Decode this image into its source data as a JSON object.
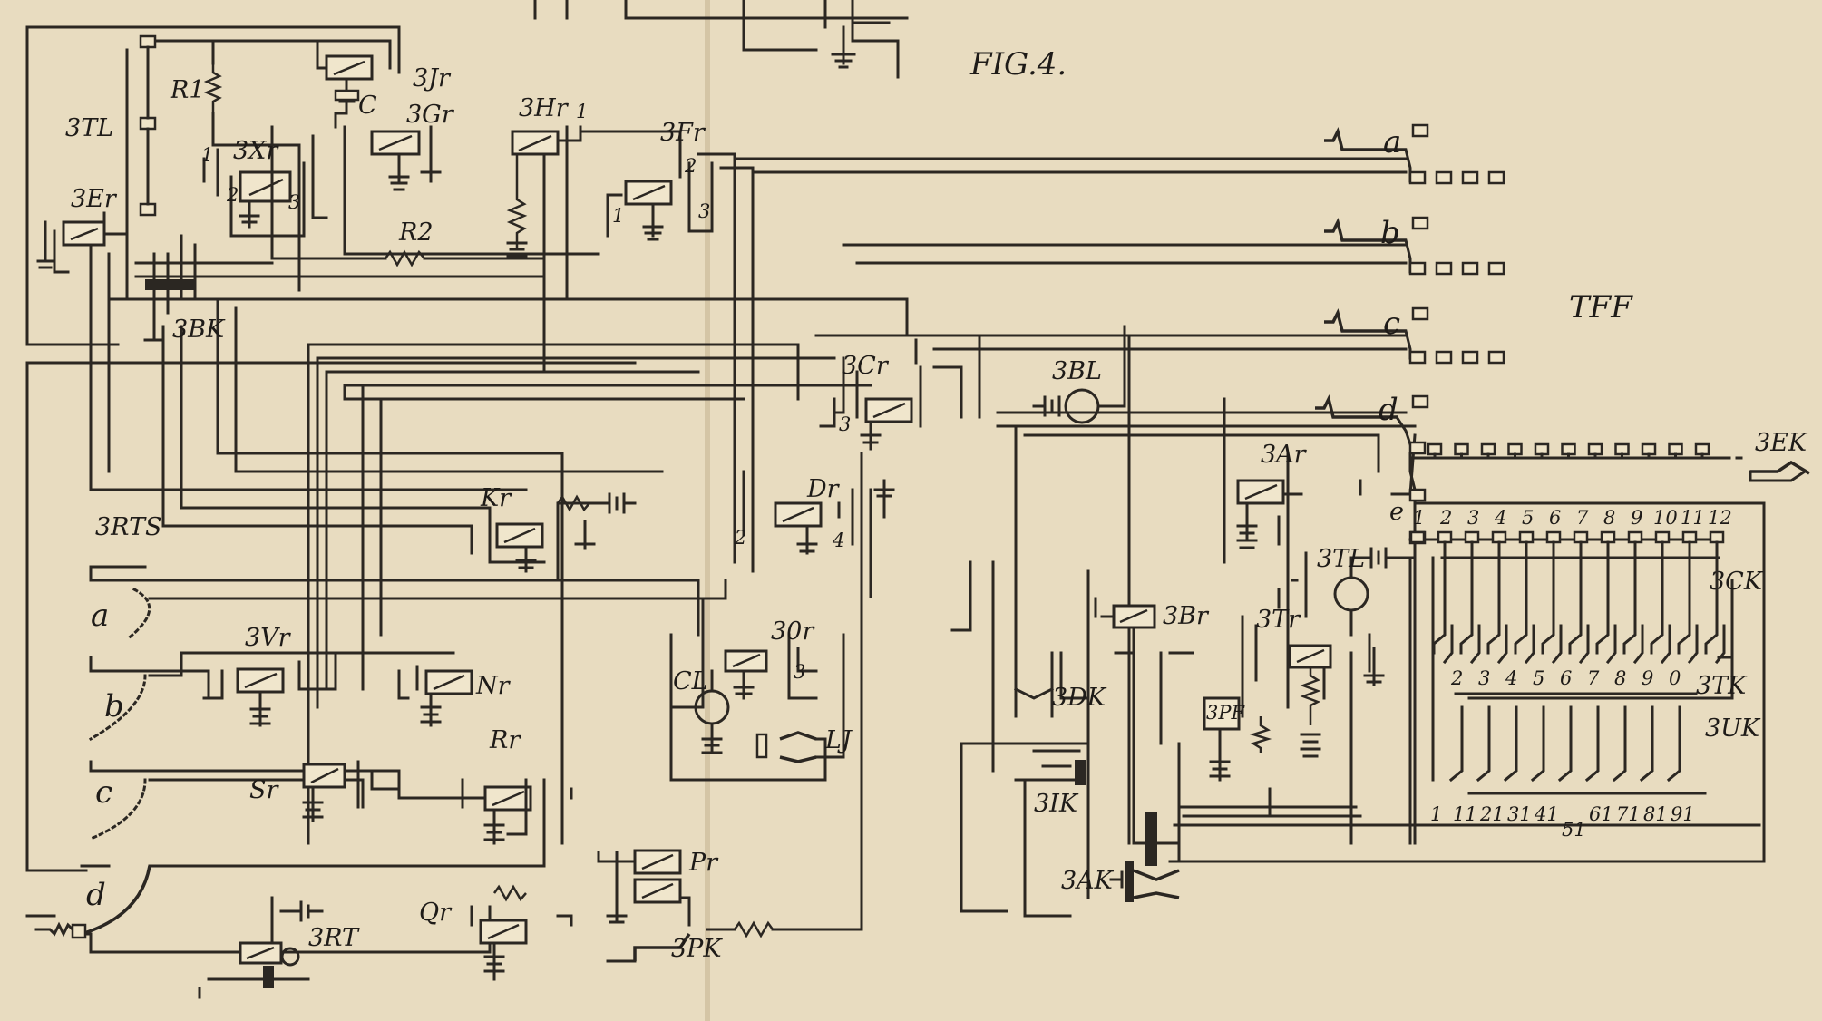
{
  "figure": {
    "title": "FIG.4."
  },
  "labels": {
    "R1": "R1",
    "3TL": "3TL",
    "3Jr": "3Jr",
    "C": "C",
    "3Gr": "3Gr",
    "3Hr": "3Hr",
    "3Xr": "3Xr",
    "3Fr": "3Fr",
    "3Er": "3Er",
    "R2": "R2",
    "3BK": "3BK",
    "3Cr": "3Cr",
    "3BL": "3BL",
    "Kr": "Kr",
    "Dr": "Dr",
    "3RTS": "3RTS",
    "3Vr": "3Vr",
    "Nr": "Nr",
    "30r": "30r",
    "CL": "CL",
    "LJ": "LJ",
    "Sr": "Sr",
    "Rr": "Rr",
    "Pr": "Pr",
    "Qr": "Qr",
    "3RT": "3RT",
    "3PK": "3PK",
    "3DK": "3DK",
    "3IK": "3IK",
    "3AK": "3AK",
    "3Br": "3Br",
    "3Tr": "3Tr",
    "3PF": "3PF",
    "3TL_b": "3TL",
    "3Ar": "3Ar",
    "TFF": "TFF",
    "3EK": "3EK",
    "3CK": "3CK",
    "3TK": "3TK",
    "3UK": "3UK"
  },
  "line_letters": [
    "a",
    "b",
    "c",
    "d",
    "e"
  ],
  "rts_letters": [
    "a",
    "b",
    "c",
    "d"
  ],
  "contact_numbers": {
    "n1": "1",
    "n2": "2",
    "n3": "3",
    "n4": "4"
  },
  "ck_numbers": [
    "1",
    "2",
    "3",
    "4",
    "5",
    "6",
    "7",
    "8",
    "9",
    "10",
    "11",
    "12"
  ],
  "tk_numbers": [
    "2",
    "3",
    "4",
    "5",
    "6",
    "7",
    "8",
    "9",
    "0"
  ],
  "uk_numbers": [
    "1",
    "11",
    "21",
    "31",
    "41",
    "51",
    "61",
    "71",
    "81",
    "91"
  ]
}
